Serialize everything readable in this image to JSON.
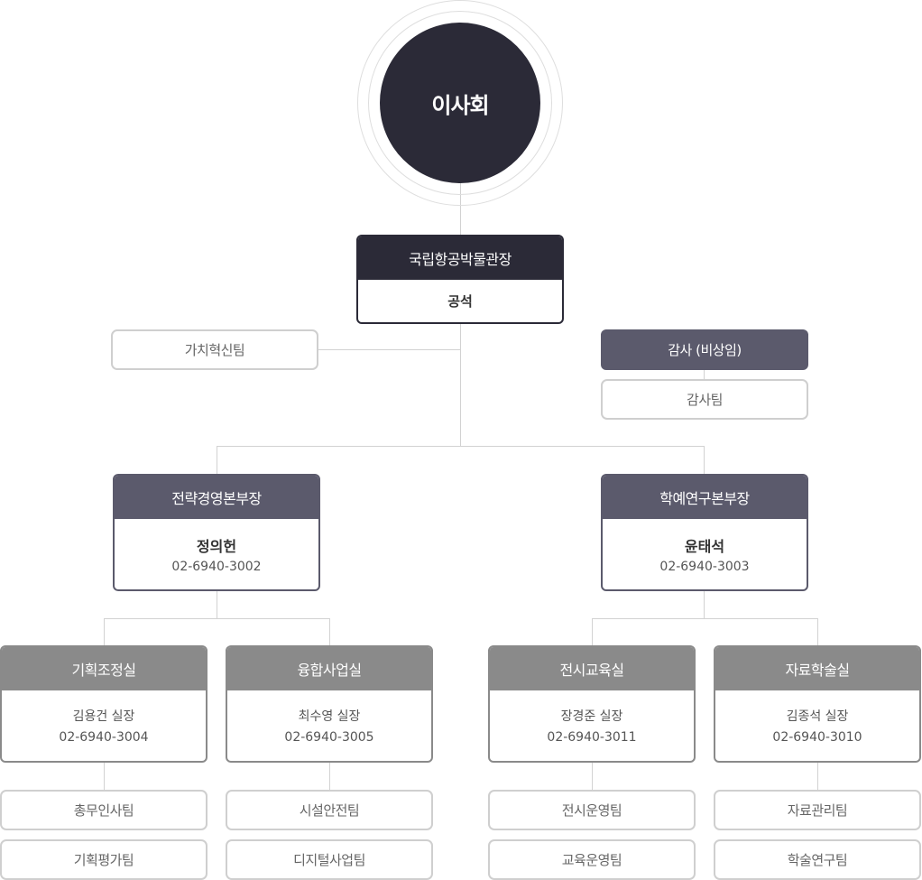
{
  "board": {
    "label": "이사회"
  },
  "director": {
    "title": "국립항공박물관장",
    "status": "공석"
  },
  "innovation_team": {
    "label": "가치혁신팀"
  },
  "audit": {
    "title": "감사 (비상임)",
    "team": "감사팀"
  },
  "headquarters": [
    {
      "title": "전략경영본부장",
      "name": "정의헌",
      "phone": "02-6940-3002"
    },
    {
      "title": "학예연구본부장",
      "name": "윤태석",
      "phone": "02-6940-3003"
    }
  ],
  "offices": [
    {
      "title": "기획조정실",
      "head": "김용건 실장",
      "phone": "02-6940-3004",
      "teams": [
        "총무인사팀",
        "기획평가팀"
      ]
    },
    {
      "title": "융합사업실",
      "head": "최수영 실장",
      "phone": "02-6940-3005",
      "teams": [
        "시설안전팀",
        "디지털사업팀"
      ]
    },
    {
      "title": "전시교육실",
      "head": "장경준 실장",
      "phone": "02-6940-3011",
      "teams": [
        "전시운영팀",
        "교육운영팀"
      ]
    },
    {
      "title": "자료학술실",
      "head": "김종석 실장",
      "phone": "02-6940-3010",
      "teams": [
        "자료관리팀",
        "학술연구팀"
      ]
    }
  ]
}
